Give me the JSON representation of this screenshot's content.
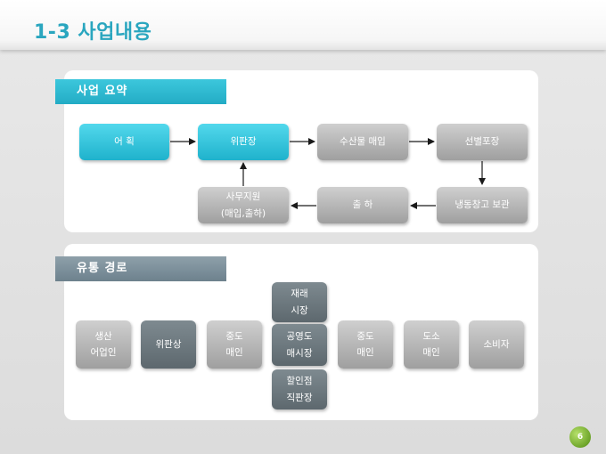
{
  "slide": {
    "title": "1-3 사업내용",
    "page_number": "6"
  },
  "business_summary": {
    "section_label": "사업 요약",
    "steps": {
      "catch": "어 획",
      "consignment": "위판장",
      "purchase": "수산물 매입",
      "sorting": "선별포장",
      "cold_storage": "냉동창고 보관",
      "shipping": "출 하",
      "office_support": "사무지원\n(매입,출하)"
    }
  },
  "distribution": {
    "section_label": "유통 경로",
    "nodes": {
      "producer": "생산\n어업인",
      "consignment": "위판상",
      "broker1": "중도\n매인",
      "traditional": "재래\n시장",
      "public_market": "공영도\n매시장",
      "discount": "할인점\n직판장",
      "broker2": "중도\n매인",
      "wholesaler": "도소\n매인",
      "consumer": "소비자"
    }
  },
  "colors": {
    "title": "#2aa6bf",
    "highlight": "#23acc5",
    "neutral_box": "#a8a8a8",
    "page_badge": "#6ea52a"
  }
}
